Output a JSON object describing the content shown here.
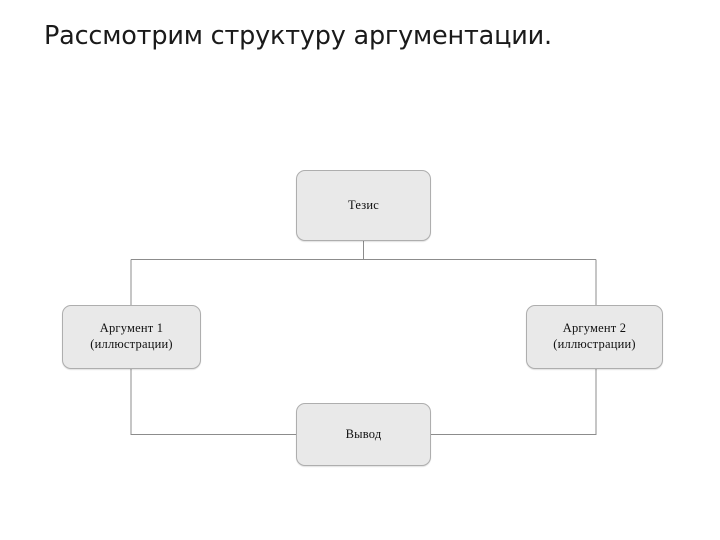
{
  "slide": {
    "title": "Рассмотрим структуру аргументации.",
    "background_color": "#ffffff"
  },
  "diagram": {
    "type": "flowchart",
    "node_fill_color": "#e9e9e9",
    "node_border_color": "#aeaeae",
    "connector_color": "#8c8c8c",
    "nodes": [
      {
        "id": "thesis",
        "line1": "Тезис",
        "line2": "",
        "position": "top-center"
      },
      {
        "id": "argument-1",
        "line1": "Аргумент 1",
        "line2": "(иллюстрации)",
        "position": "middle-left"
      },
      {
        "id": "argument-2",
        "line1": "Аргумент 2",
        "line2": "(иллюстрации)",
        "position": "middle-right"
      },
      {
        "id": "conclusion",
        "line1": "Вывод",
        "line2": "",
        "position": "bottom-center"
      }
    ],
    "edges": [
      {
        "from": "thesis",
        "to": "argument-1"
      },
      {
        "from": "thesis",
        "to": "argument-2"
      },
      {
        "from": "argument-1",
        "to": "conclusion"
      },
      {
        "from": "argument-2",
        "to": "conclusion"
      }
    ]
  }
}
